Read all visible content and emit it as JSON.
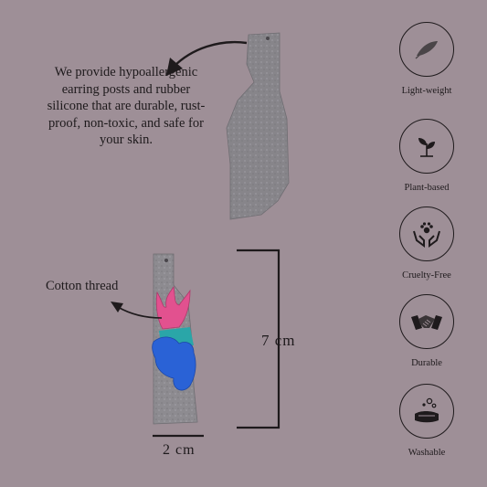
{
  "description": "We provide hypoallergenic earring posts and rubber silicone that are durable, rust-proof, non-toxic, and safe for your skin.",
  "callouts": {
    "thread_label": "Cotton thread"
  },
  "dimensions": {
    "height_label": "7 cm",
    "width_label": "2 cm"
  },
  "features": [
    {
      "label": "Light-weight",
      "icon": "feather-icon"
    },
    {
      "label": "Plant-based",
      "icon": "sprout-icon"
    },
    {
      "label": "Cruelty-Free",
      "icon": "paw-hands-icon"
    },
    {
      "label": "Durable",
      "icon": "handshake-icon"
    },
    {
      "label": "Washable",
      "icon": "washing-hands-icon"
    }
  ],
  "colors": {
    "background": "#9e8f97",
    "ink": "#1e1a1c",
    "earring_gray": "#8c8a8d",
    "flame_pink": "#e2518f",
    "flame_blue": "#2a62d6",
    "flame_teal": "#2aa6a8"
  }
}
